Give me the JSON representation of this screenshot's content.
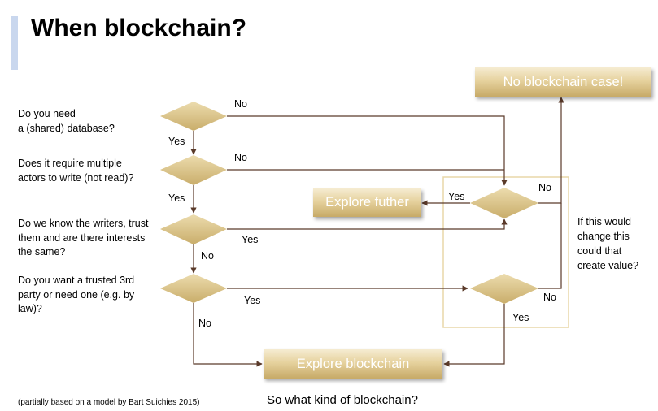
{
  "title": "When blockchain?",
  "questions": [
    "Do you need\na (shared) database?",
    "Does it require multiple\nactors to write (not read)?",
    "Do we know the writers, trust\nthem and are there interests\nthe same?",
    "Do you want a trusted 3rd\nparty or need one (e.g. by\nlaw)?"
  ],
  "edge_labels": {
    "d1_yes": "Yes",
    "d1_no": "No",
    "d2_yes": "Yes",
    "d2_no": "No",
    "d3_yes": "Yes",
    "d3_no": "No",
    "d4_yes": "Yes",
    "d4_no": "No",
    "d5_yes": "Yes",
    "d5_no": "No",
    "d6_yes": "Yes",
    "d6_no": "No"
  },
  "outcomes": {
    "no_blockchain": "No blockchain case!",
    "explore_further": "Explore futher",
    "explore_blockchain": "Explore blockchain"
  },
  "side_note": "If this would\nchange this\ncould that\ncreate value?",
  "subtitle": "So what kind of blockchain?",
  "footnote": "(partially based on a model by Bart Suichies 2015)",
  "colors": {
    "diamond": "#d9c38a",
    "arrow": "#5a3a2a",
    "accent": "#c9d7ee",
    "highlight_box": "#e8d7a8"
  }
}
